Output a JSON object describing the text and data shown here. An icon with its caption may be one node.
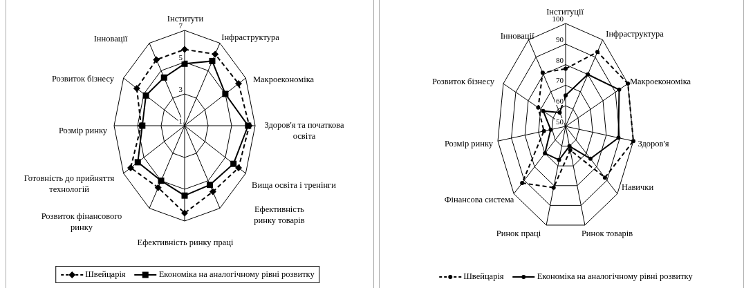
{
  "diagram": {
    "labels": [
      "Інститути",
      "7",
      "Інновації",
      "Інфраструктура",
      "5",
      "Розвиток бізнесу",
      "Макроекономіка",
      "3",
      "1",
      "Розмір ринку",
      "Здоров'я та початкова освіта",
      "Готовність до прийняття технологій",
      "Вища освіта і тренінги",
      "Розвиток фінансового ринку",
      "Ефективність ринку товарів",
      "Ефективність ринку праці",
      "Інституції",
      "100",
      "Інновації",
      "Інфраструктура",
      "90",
      "Розвиток бізнесу",
      "Макроекономіка",
      "80",
      "70",
      "60",
      "50",
      "Розмір ринку",
      "Здоров'я",
      "Навички",
      "Фінансова система",
      "Ринок праці",
      "Ринок товарів"
    ],
    "legend": [
      {
        "text": "Швейцарія"
      },
      {
        "text": "Економіка на аналогічному рівні розвитку"
      },
      {
        "text": "Швейцарія"
      },
      {
        "text": "Економіка на аналогічному рівні розвитку"
      }
    ]
  }
}
